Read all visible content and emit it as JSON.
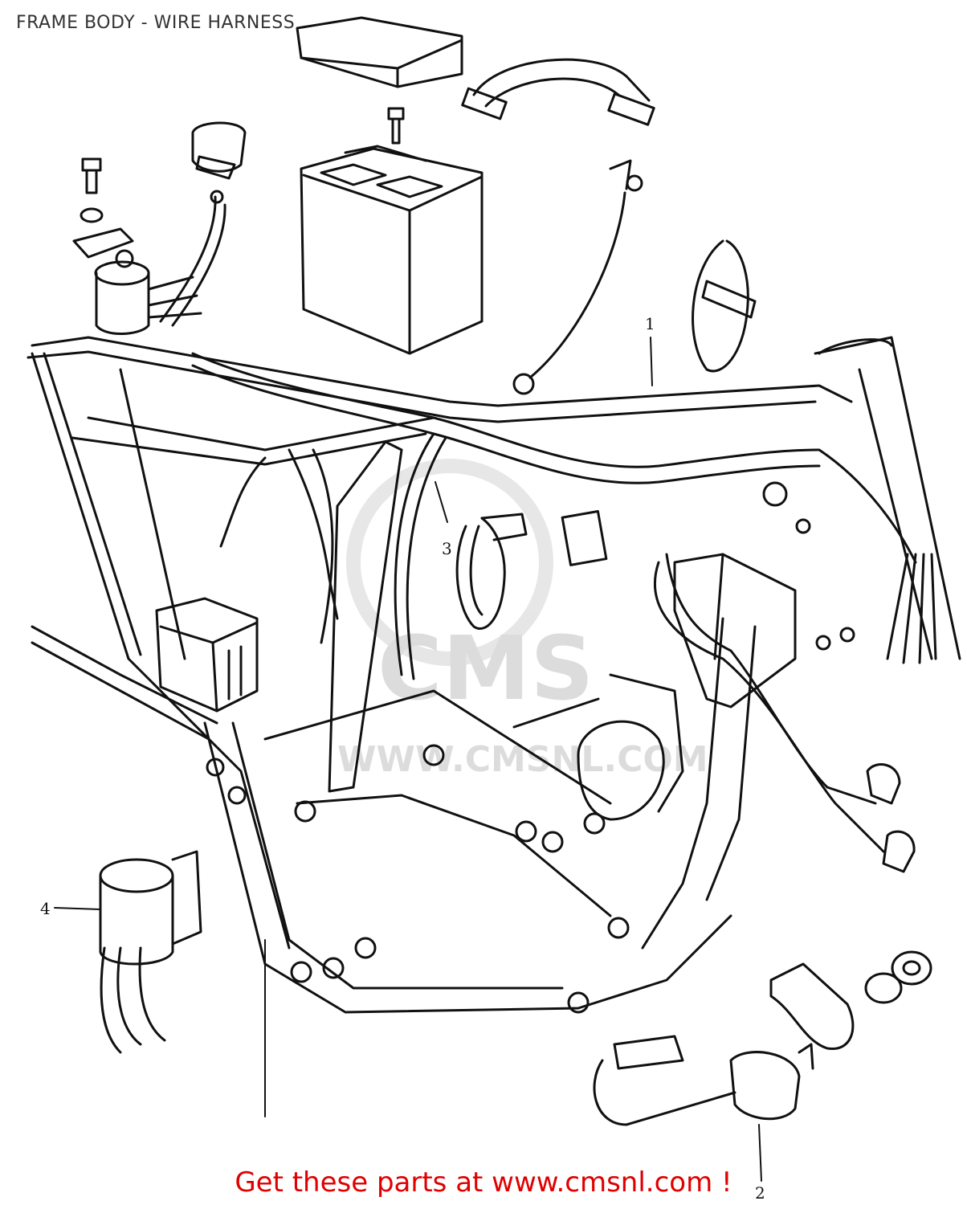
{
  "header": {
    "title": "FRAME BODY - WIRE HARNESS"
  },
  "callouts": [
    {
      "id": "1",
      "label": "1"
    },
    {
      "id": "2",
      "label": "2"
    },
    {
      "id": "3",
      "label": "3"
    },
    {
      "id": "4",
      "label": "4"
    }
  ],
  "watermark": {
    "brand": "CMS",
    "site": "WWW.CMSNL.COM"
  },
  "footer": {
    "cta": "Get these parts at www.cmsnl.com !"
  },
  "colors": {
    "line": "#111111",
    "accent": "#e00000",
    "watermark": "#d9d9d9"
  }
}
